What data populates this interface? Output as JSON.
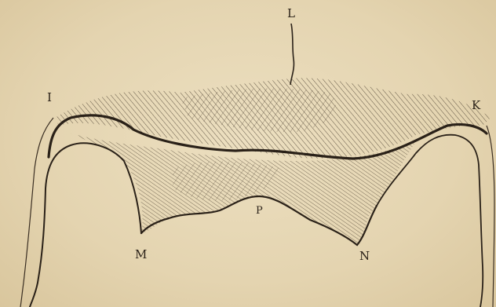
{
  "figure": {
    "labels": {
      "L": "L",
      "I": "I",
      "K": "K",
      "P": "P",
      "M": "M",
      "N": "N"
    },
    "colors": {
      "paper": "#e6d8b6",
      "ink": "#2a2118"
    }
  }
}
